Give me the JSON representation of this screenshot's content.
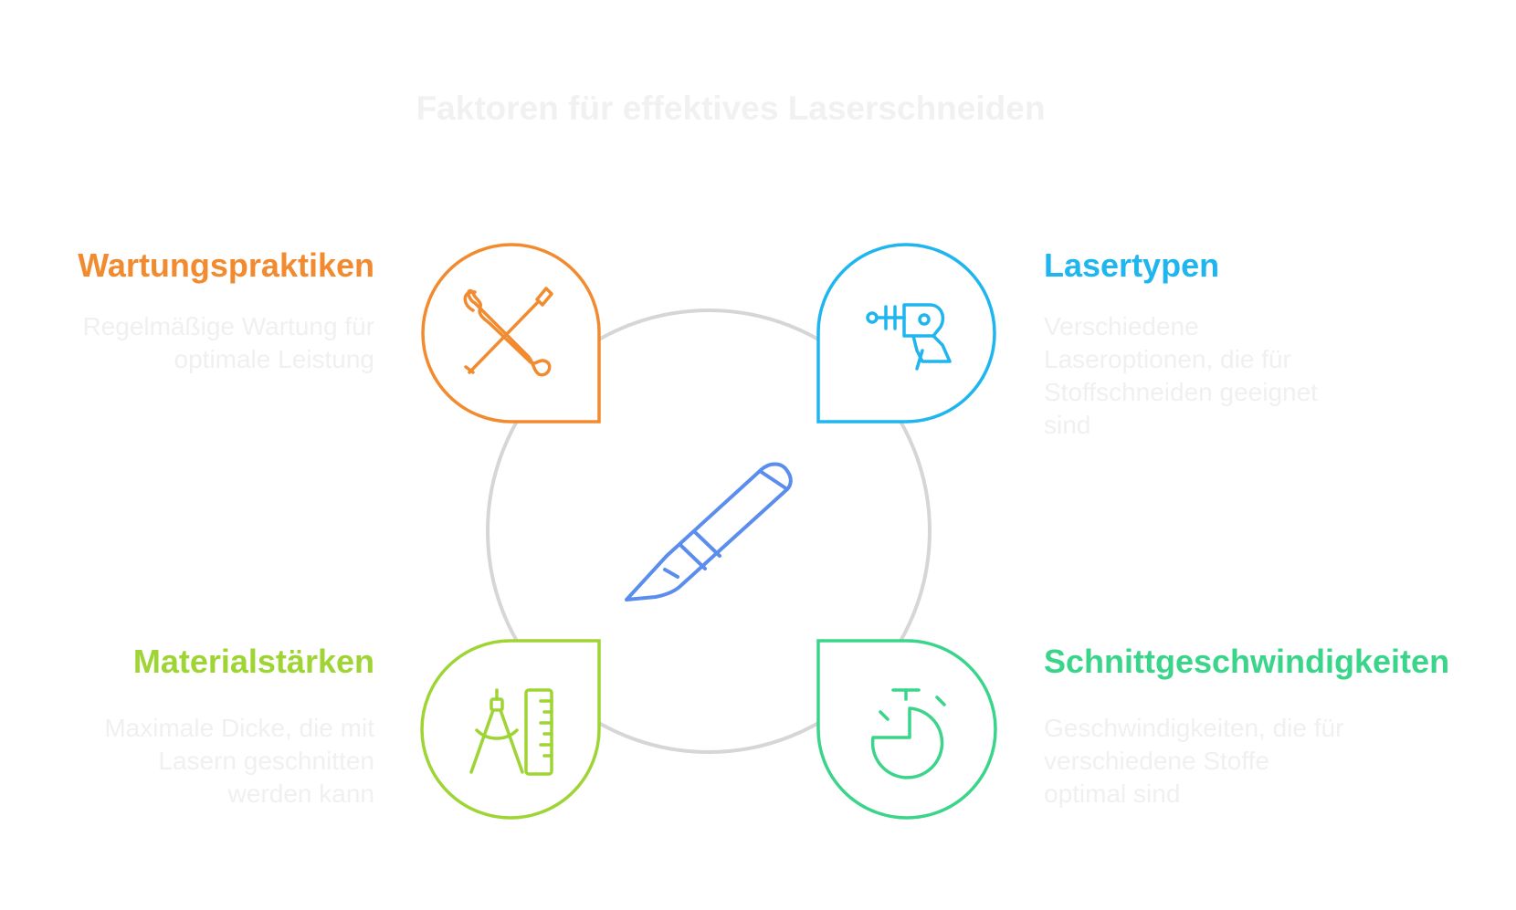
{
  "title": "Faktoren für effektives Laserschneiden",
  "colors": {
    "ring": "#d6d6d6",
    "center_icon": "#5b8def",
    "title": "#f1f1f1",
    "description": "#f0f0f0"
  },
  "center": {
    "icon": "scalpel-icon"
  },
  "nodes": [
    {
      "id": "top-left",
      "label": "Wartungspraktiken",
      "description": "Regelmäßige Wartung für optimale Leistung",
      "color": "#f28b30",
      "icon": "tools-icon"
    },
    {
      "id": "top-right",
      "label": "Lasertypen",
      "description": "Verschiedene Laseroptionen, die für Stoffschneiden geeignet sind",
      "color": "#1fb5ee",
      "icon": "laser-gun-icon"
    },
    {
      "id": "bottom-left",
      "label": "Materialstärken",
      "description": "Maximale Dicke, die mit Lasern geschnitten werden kann",
      "color": "#9fd435",
      "icon": "compass-ruler-icon"
    },
    {
      "id": "bottom-right",
      "label": "Schnittgeschwindigkeiten",
      "description": "Geschwindigkeiten, die für verschiedene Stoffe optimal sind",
      "color": "#3ad58a",
      "icon": "stopwatch-icon"
    }
  ]
}
